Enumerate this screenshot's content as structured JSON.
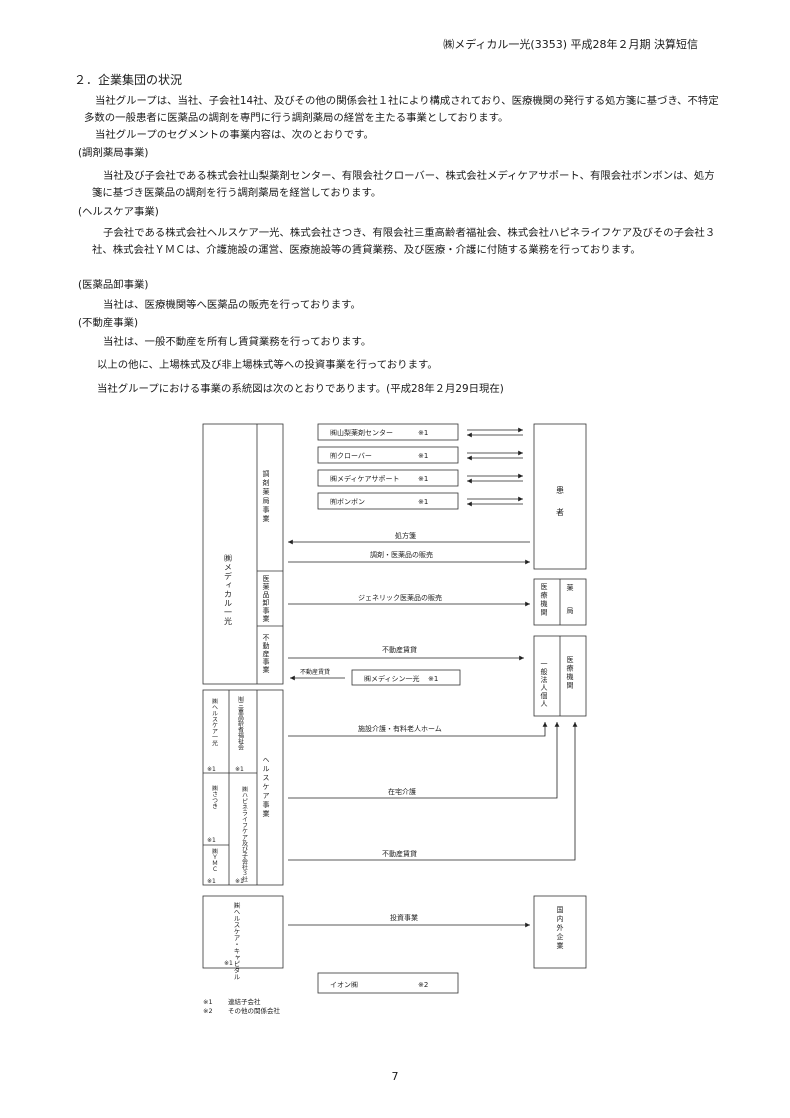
{
  "header": "㈱メディカル一光(3353) 平成28年２月期 決算短信",
  "section_title": "２．企業集団の状況",
  "intro_paragraph": "当社グループは、当社、子会社14社、及びその他の関係会社１社により構成されており、医療機関の発行する処方箋に基づき、不特定多数の一般患者に医薬品の調剤を専門に行う調剤薬局の経営を主たる事業としております。",
  "segment_intro": "当社グループのセグメントの事業内容は、次のとおりです。",
  "segments": [
    {
      "heading": "(調剤薬局事業)",
      "text": "当社及び子会社である株式会社山梨薬剤センター、有限会社クローバー、株式会社メディケアサポート、有限会社ボンボンは、処方箋に基づき医薬品の調剤を行う調剤薬局を経営しております。"
    },
    {
      "heading": "(ヘルスケア事業)",
      "text": "子会社である株式会社ヘルスケア一光、株式会社さつき、有限会社三重高齢者福祉会、株式会社ハピネライフケア及びその子会社３社、株式会社ＹＭＣは、介護施設の運営、医療施設等の賃貸業務、及び医療・介護に付随する業務を行っております。"
    },
    {
      "heading": "(医薬品卸事業)",
      "text": "当社は、医療機関等へ医薬品の販売を行っております。"
    },
    {
      "heading": "(不動産事業)",
      "text": "当社は、一般不動産を所有し賃貸業務を行っております。"
    }
  ],
  "other_business": "以上の他に、上場株式及び非上場株式等への投資事業を行っております。",
  "diagram_intro": "当社グループにおける事業の系統図は次のとおりであります。(平成28年２月29日現在)",
  "diagram": {
    "main_company": "㈱メディカル一光",
    "seg_dispensing": "調剤薬局事業",
    "seg_wholesale": "医薬品卸事業",
    "seg_realestate": "不動産事業",
    "seg_healthcare": "ヘルスケア事業",
    "pharmacies": [
      "㈱山梨薬剤センター",
      "㈲クローバー",
      "㈱メディケアサポート",
      "㈲ボンボン"
    ],
    "mark1": "※1",
    "mark2": "※2",
    "patients": "患者",
    "prescription": "処方箋",
    "dispense_sale": "調剤・医薬品の販売",
    "generic_sale": "ジェネリック医薬品の販売",
    "med_institution": "医療機関",
    "pharmacy": "薬局",
    "realestate_lease": "不動産賃貸",
    "realestate_lease_small": "不動産賃貸",
    "medicine_co": "㈱メディシン一光",
    "corp_individual": "一般法人個人",
    "hc_companies": [
      "㈱ヘルスケア一光",
      "㈲三重高齢者福祉会",
      "㈱さつき",
      "㈱ハピネライフケア及び子会社３社",
      "㈱ＹＭＣ"
    ],
    "facility_care": "施設介護・有料老人ホーム",
    "home_care": "在宅介護",
    "hc_capital": "㈱ヘルスケア・キャピタル",
    "investment": "投資事業",
    "domestic_foreign": "国内外企業",
    "aeon": "イオン㈱",
    "legend": [
      {
        "mark": "※1",
        "text": "連結子会社"
      },
      {
        "mark": "※2",
        "text": "その他の関係会社"
      }
    ]
  },
  "page_number": "7"
}
